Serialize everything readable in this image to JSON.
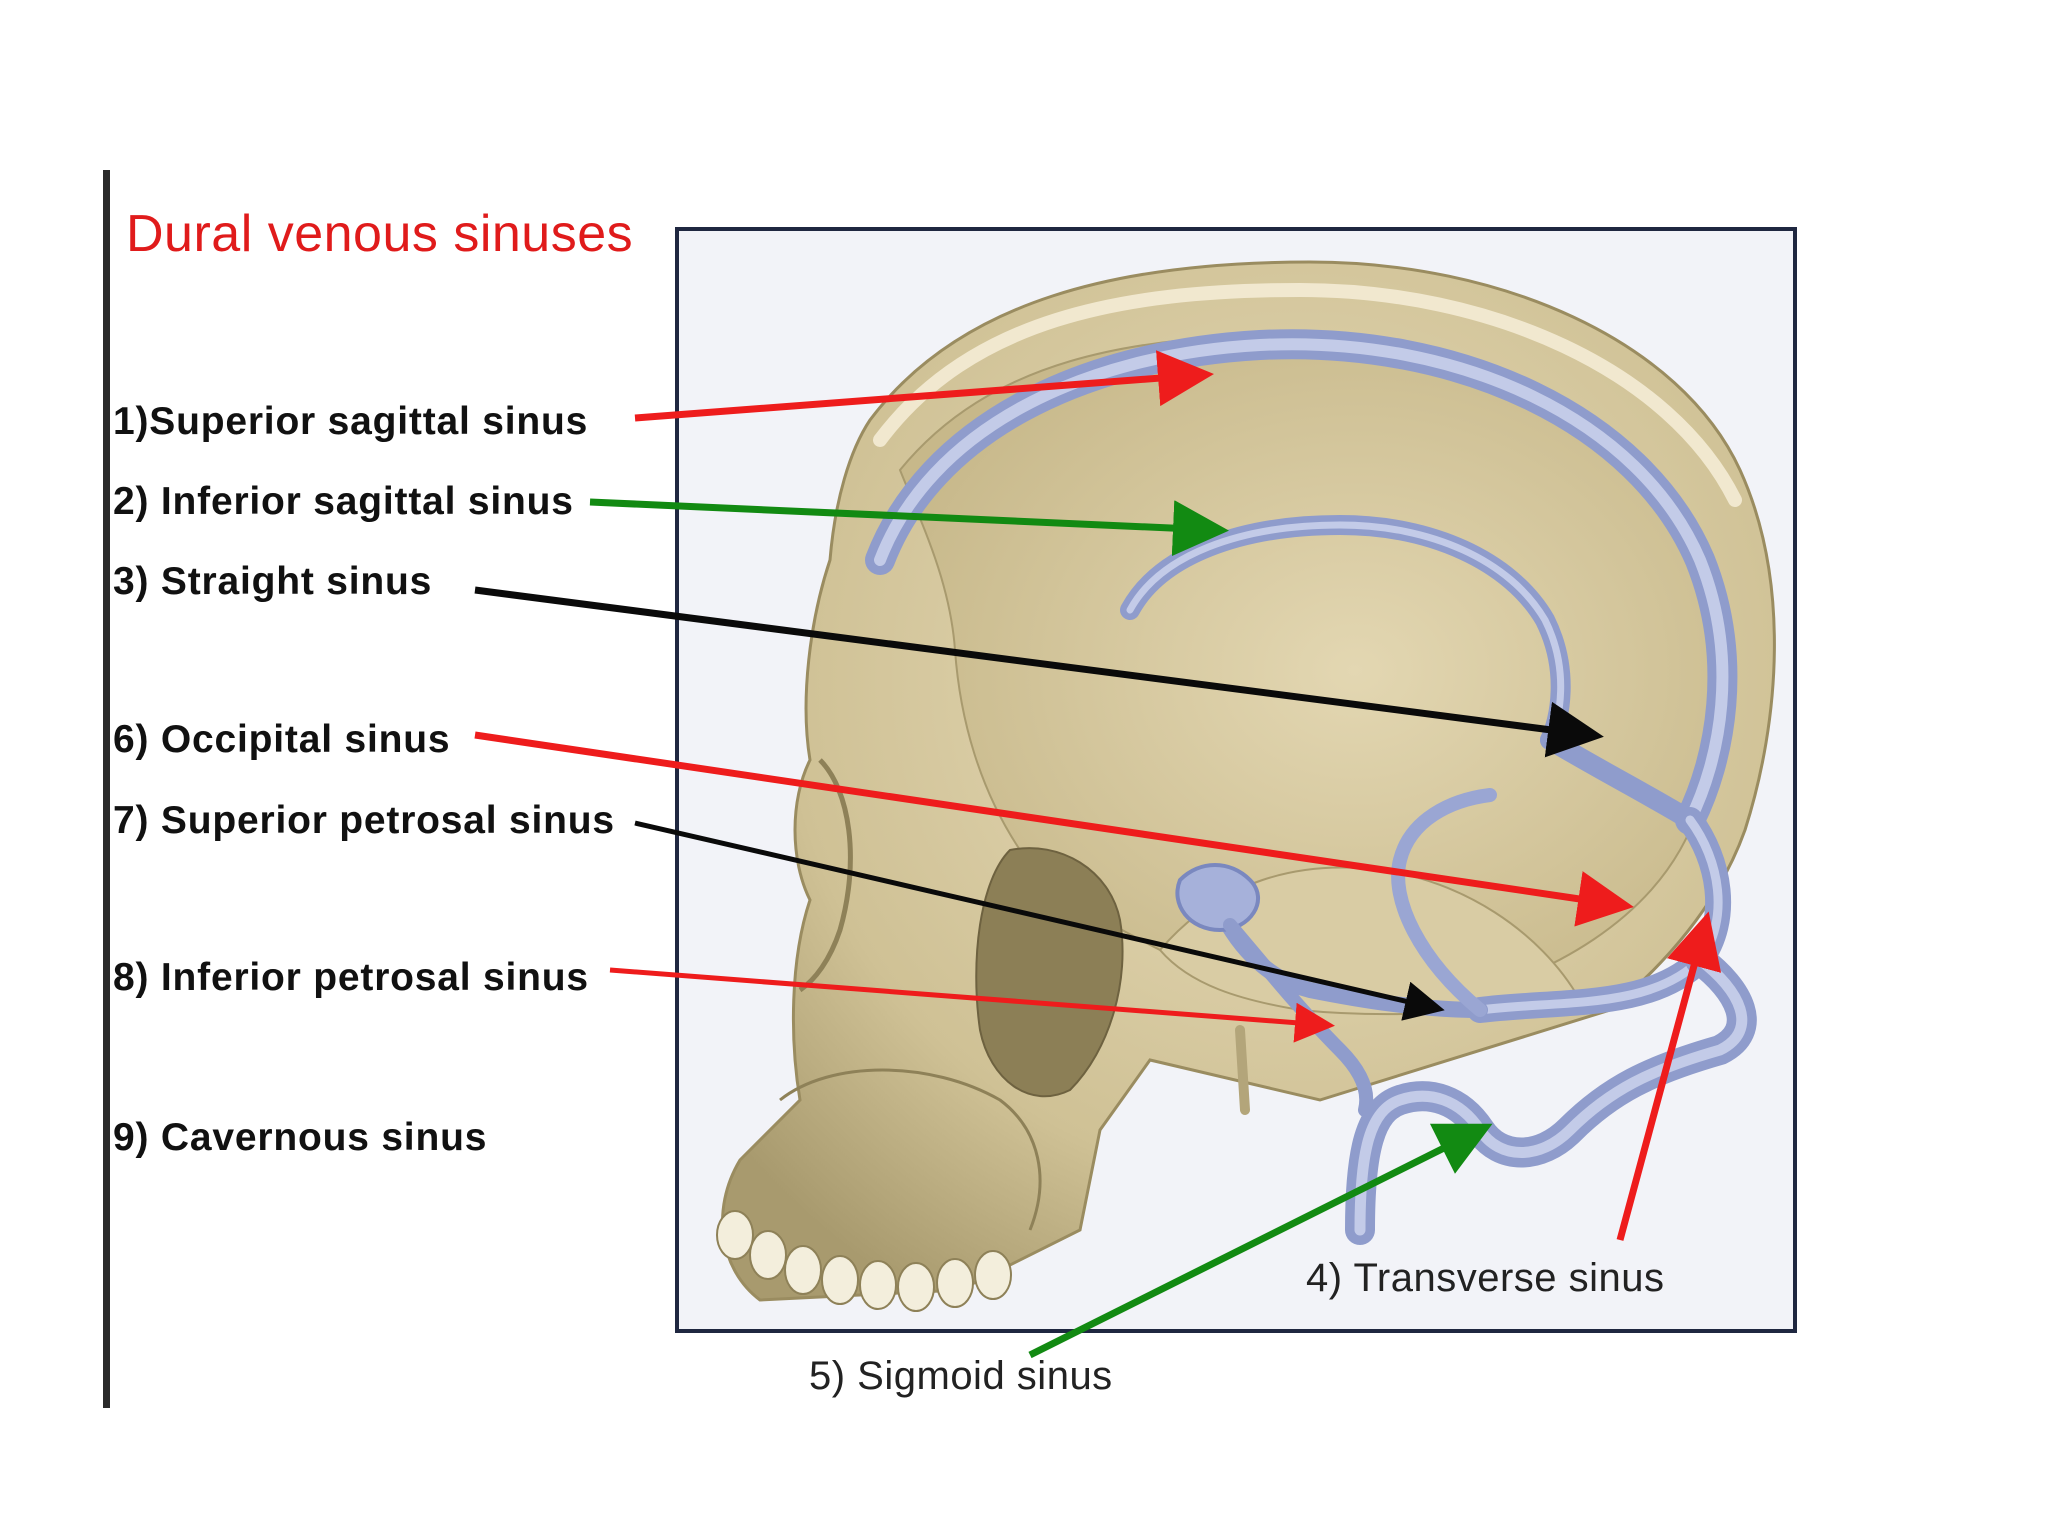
{
  "title": "Dural venous sinuses",
  "labels": [
    "1)Superior sagittal sinus",
    "2) Inferior sagittal sinus",
    "3) Straight sinus",
    "6) Occipital sinus",
    "7) Superior petrosal sinus",
    "8) Inferior petrosal sinus",
    "9) Cavernous sinus"
  ],
  "captions": {
    "transverse": "4) Transverse sinus",
    "sigmoid": "5) Sigmoid sinus"
  },
  "colors": {
    "title": "#e01b1b",
    "arrow_red": "#ee1c1c",
    "arrow_green": "#128a12",
    "arrow_black": "#0a0a0a",
    "sinus": "#a9b4d8",
    "bone": "#d6c9a3"
  },
  "illustration": "skull-dural-sinus-illustration"
}
